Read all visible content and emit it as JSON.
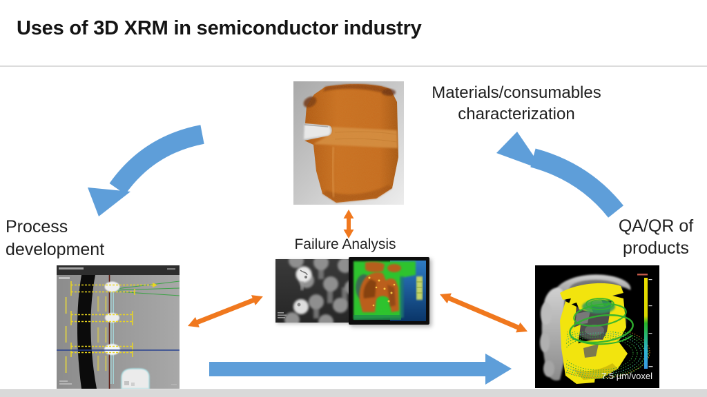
{
  "slide": {
    "title": "Uses of 3D XRM in semiconductor industry"
  },
  "nodes": {
    "materials_characterization": "Materials/consumables characterization",
    "process_development": "Process development",
    "qa_qr": "QA/QR of products",
    "failure_analysis": "Failure Analysis"
  },
  "images": {
    "qa_render_caption": "7.5 µm/voxel"
  },
  "colors": {
    "arrow_blue": "#5E9ED9",
    "arrow_orange": "#F0781E",
    "title_text": "#141414",
    "body_text": "#1f1f1f"
  }
}
